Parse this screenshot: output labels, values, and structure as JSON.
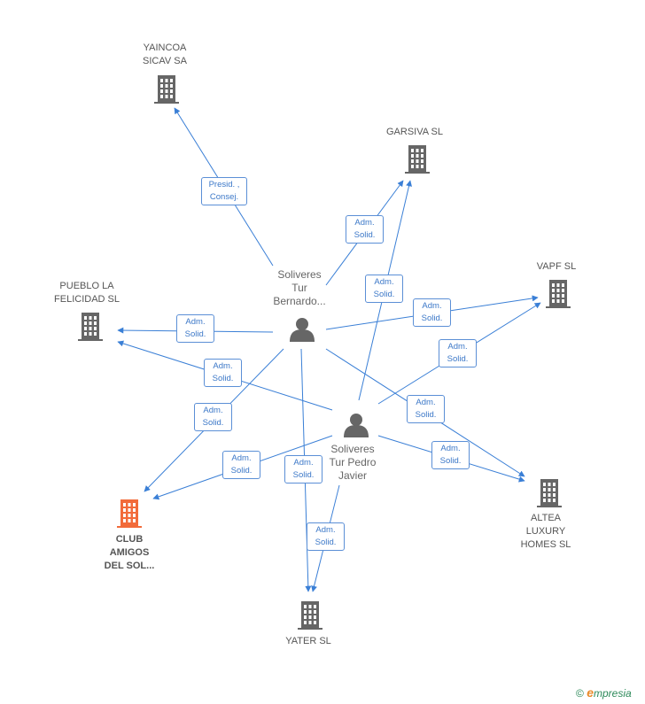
{
  "colors": {
    "edge": "#3a7fd6",
    "building": "#666666",
    "building_focus": "#f26b3a",
    "person": "#666666",
    "footer_c": "#2d8a5a",
    "footer_e": "#e98b2b"
  },
  "nodes": {
    "yaincoa": {
      "lines": [
        "YAINCOA",
        "SICAV SA"
      ],
      "icon": "building-icon"
    },
    "garsiva": {
      "lines": [
        "GARSIVA SL"
      ],
      "icon": "building-icon"
    },
    "vapf": {
      "lines": [
        "VAPF SL"
      ],
      "icon": "building-icon"
    },
    "pueblo": {
      "lines": [
        "PUEBLO LA",
        "FELICIDAD SL"
      ],
      "icon": "building-icon"
    },
    "club": {
      "lines": [
        "CLUB",
        "AMIGOS",
        "DEL SOL..."
      ],
      "icon": "building-icon"
    },
    "yater": {
      "lines": [
        "YATER SL"
      ],
      "icon": "building-icon"
    },
    "altea": {
      "lines": [
        "ALTEA",
        "LUXURY",
        "HOMES SL"
      ],
      "icon": "building-icon"
    },
    "bernardo": {
      "lines": [
        "Soliveres",
        "Tur",
        "Bernardo..."
      ],
      "icon": "person-icon"
    },
    "pedro": {
      "lines": [
        "Soliveres",
        "Tur Pedro",
        "Javier"
      ],
      "icon": "person-icon"
    }
  },
  "edge_labels": {
    "presid": [
      "Presid. ,",
      "Consej."
    ],
    "adm": [
      "Adm.",
      "Solid."
    ]
  },
  "footer": {
    "copyright": "©",
    "brand_initial": "e",
    "brand_rest": "mpresia"
  }
}
